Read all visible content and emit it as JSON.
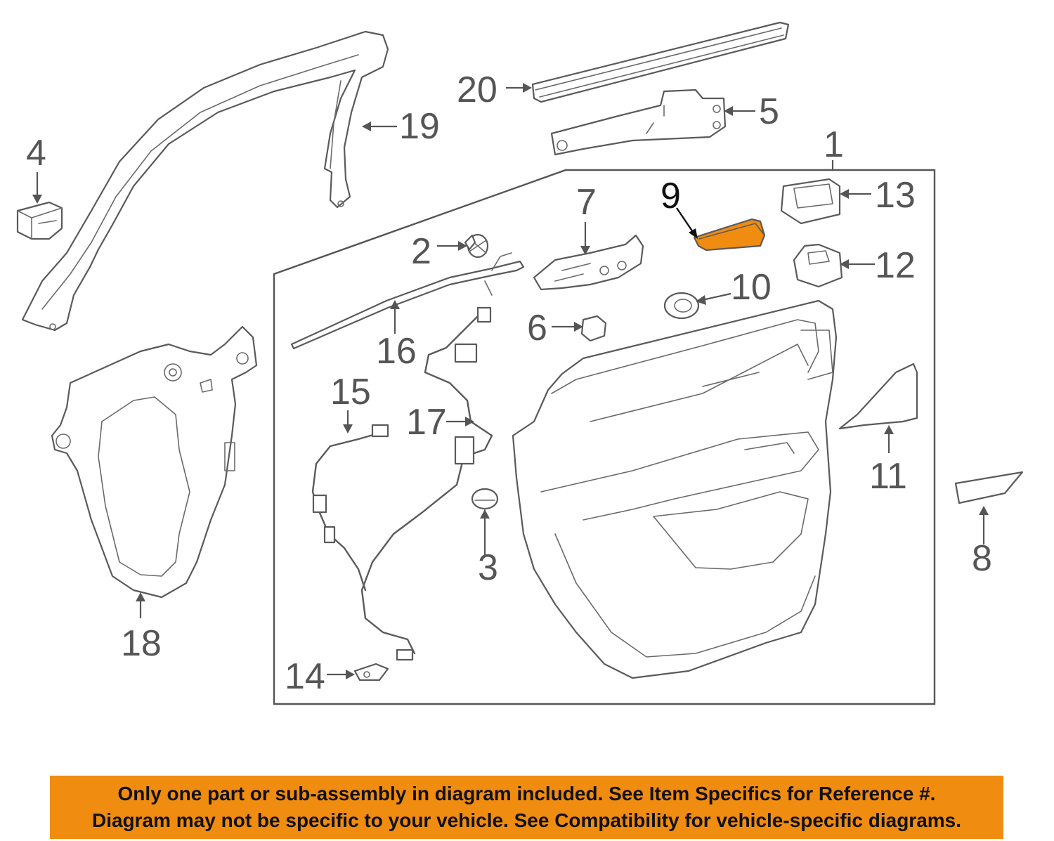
{
  "diagram": {
    "highlight_color": "#f08c10",
    "callouts": {
      "c1": "1",
      "c2": "2",
      "c3": "3",
      "c4": "4",
      "c5": "5",
      "c6": "6",
      "c7": "7",
      "c8": "8",
      "c9": "9",
      "c10": "10",
      "c11": "11",
      "c12": "12",
      "c13": "13",
      "c14": "14",
      "c15": "15",
      "c16": "16",
      "c17": "17",
      "c18": "18",
      "c19": "19",
      "c20": "20"
    }
  },
  "notice": {
    "line1": "Only one part or sub-assembly in diagram included. See Item Specifics for Reference #.",
    "line2": "Diagram may not be specific to your vehicle. See Compatibility for vehicle-specific diagrams."
  }
}
